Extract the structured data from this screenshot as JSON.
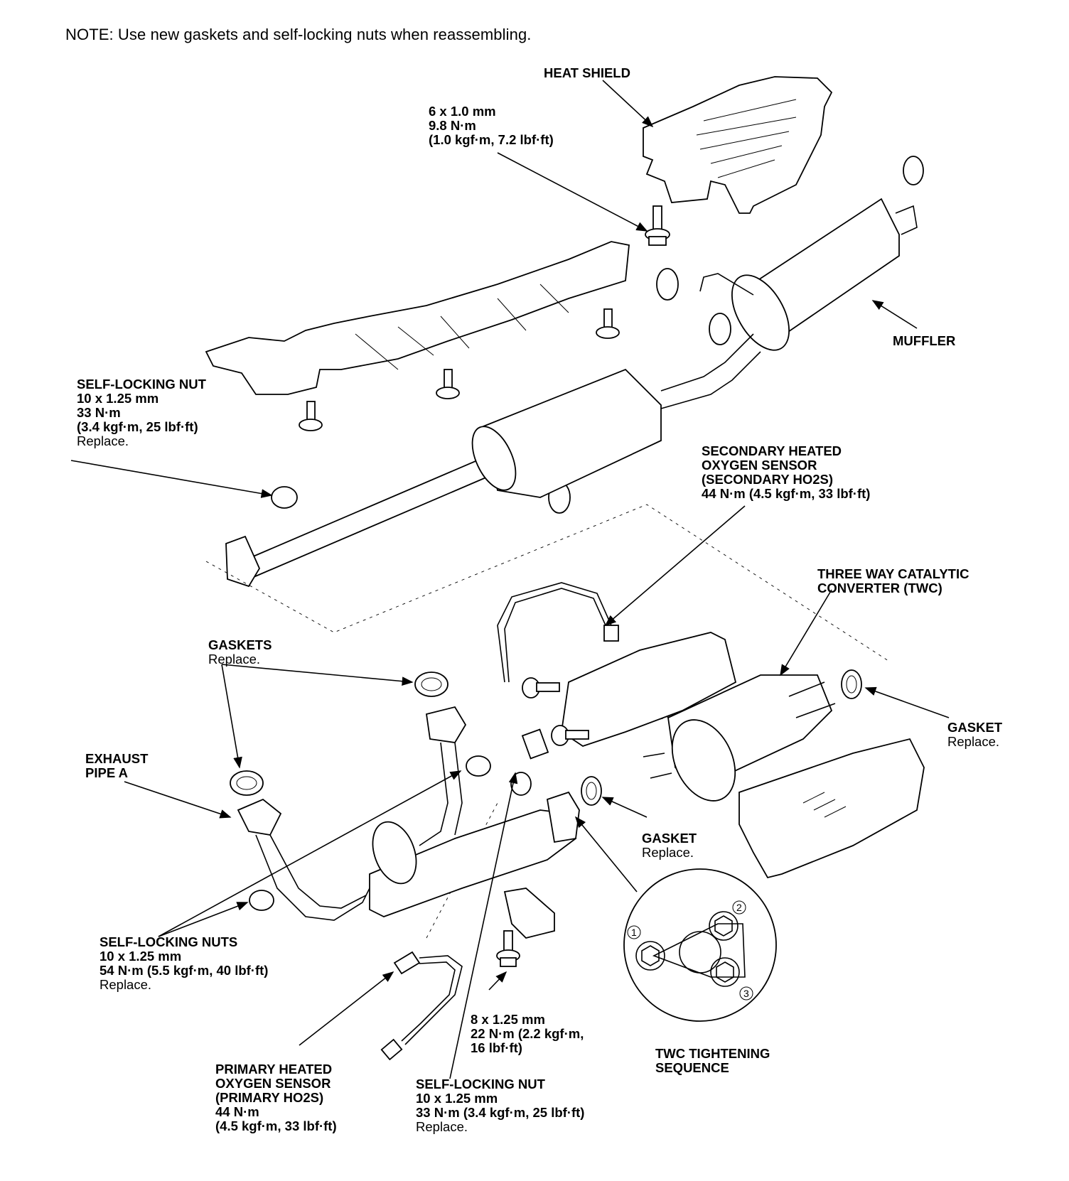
{
  "note": "NOTE: Use new gaskets and self-locking nuts when reassembling.",
  "labels": {
    "heat_shield": {
      "title": "HEAT SHIELD"
    },
    "bolt_6x1": {
      "lines": [
        "6 x 1.0 mm",
        "9.8 N·m",
        "(1.0 kgf·m, 7.2 lbf·ft)"
      ]
    },
    "muffler": {
      "title": "MUFFLER"
    },
    "self_locking_nut_top": {
      "lines": [
        "SELF-LOCKING NUT",
        "10 x 1.25 mm",
        "33 N·m",
        "(3.4 kgf·m, 25 lbf·ft)"
      ],
      "note": "Replace."
    },
    "secondary_ho2s": {
      "lines": [
        "SECONDARY HEATED",
        "OXYGEN SENSOR",
        "(SECONDARY HO2S)",
        "44 N·m (4.5 kgf·m, 33 lbf·ft)"
      ]
    },
    "twc": {
      "lines": [
        "THREE WAY CATALYTIC",
        "CONVERTER (TWC)"
      ]
    },
    "gaskets": {
      "title": "GASKETS",
      "note": "Replace."
    },
    "gasket_right": {
      "title": "GASKET",
      "note": "Replace."
    },
    "exhaust_pipe_a": {
      "lines": [
        "EXHAUST",
        "PIPE A"
      ]
    },
    "gasket_center": {
      "title": "GASKET",
      "note": "Replace."
    },
    "self_locking_nuts": {
      "lines": [
        "SELF-LOCKING NUTS",
        "10 x 1.25 mm",
        "54 N·m (5.5 kgf·m, 40 lbf·ft)"
      ],
      "note": "Replace."
    },
    "bolt_8x125": {
      "lines": [
        "8 x 1.25 mm",
        "22 N·m (2.2 kgf·m,",
        "16 lbf·ft)"
      ]
    },
    "twc_sequence": {
      "lines": [
        "TWC TIGHTENING",
        "SEQUENCE"
      ],
      "steps": [
        "1",
        "2",
        "3"
      ]
    },
    "primary_ho2s": {
      "lines": [
        "PRIMARY HEATED",
        "OXYGEN SENSOR",
        "(PRIMARY HO2S)",
        "44 N·m",
        "(4.5 kgf·m, 33 lbf·ft)"
      ]
    },
    "self_locking_nut_bottom": {
      "lines": [
        "SELF-LOCKING NUT",
        "10 x 1.25 mm",
        "33 N·m (3.4 kgf·m, 25 lbf·ft)"
      ],
      "note": "Replace."
    }
  }
}
